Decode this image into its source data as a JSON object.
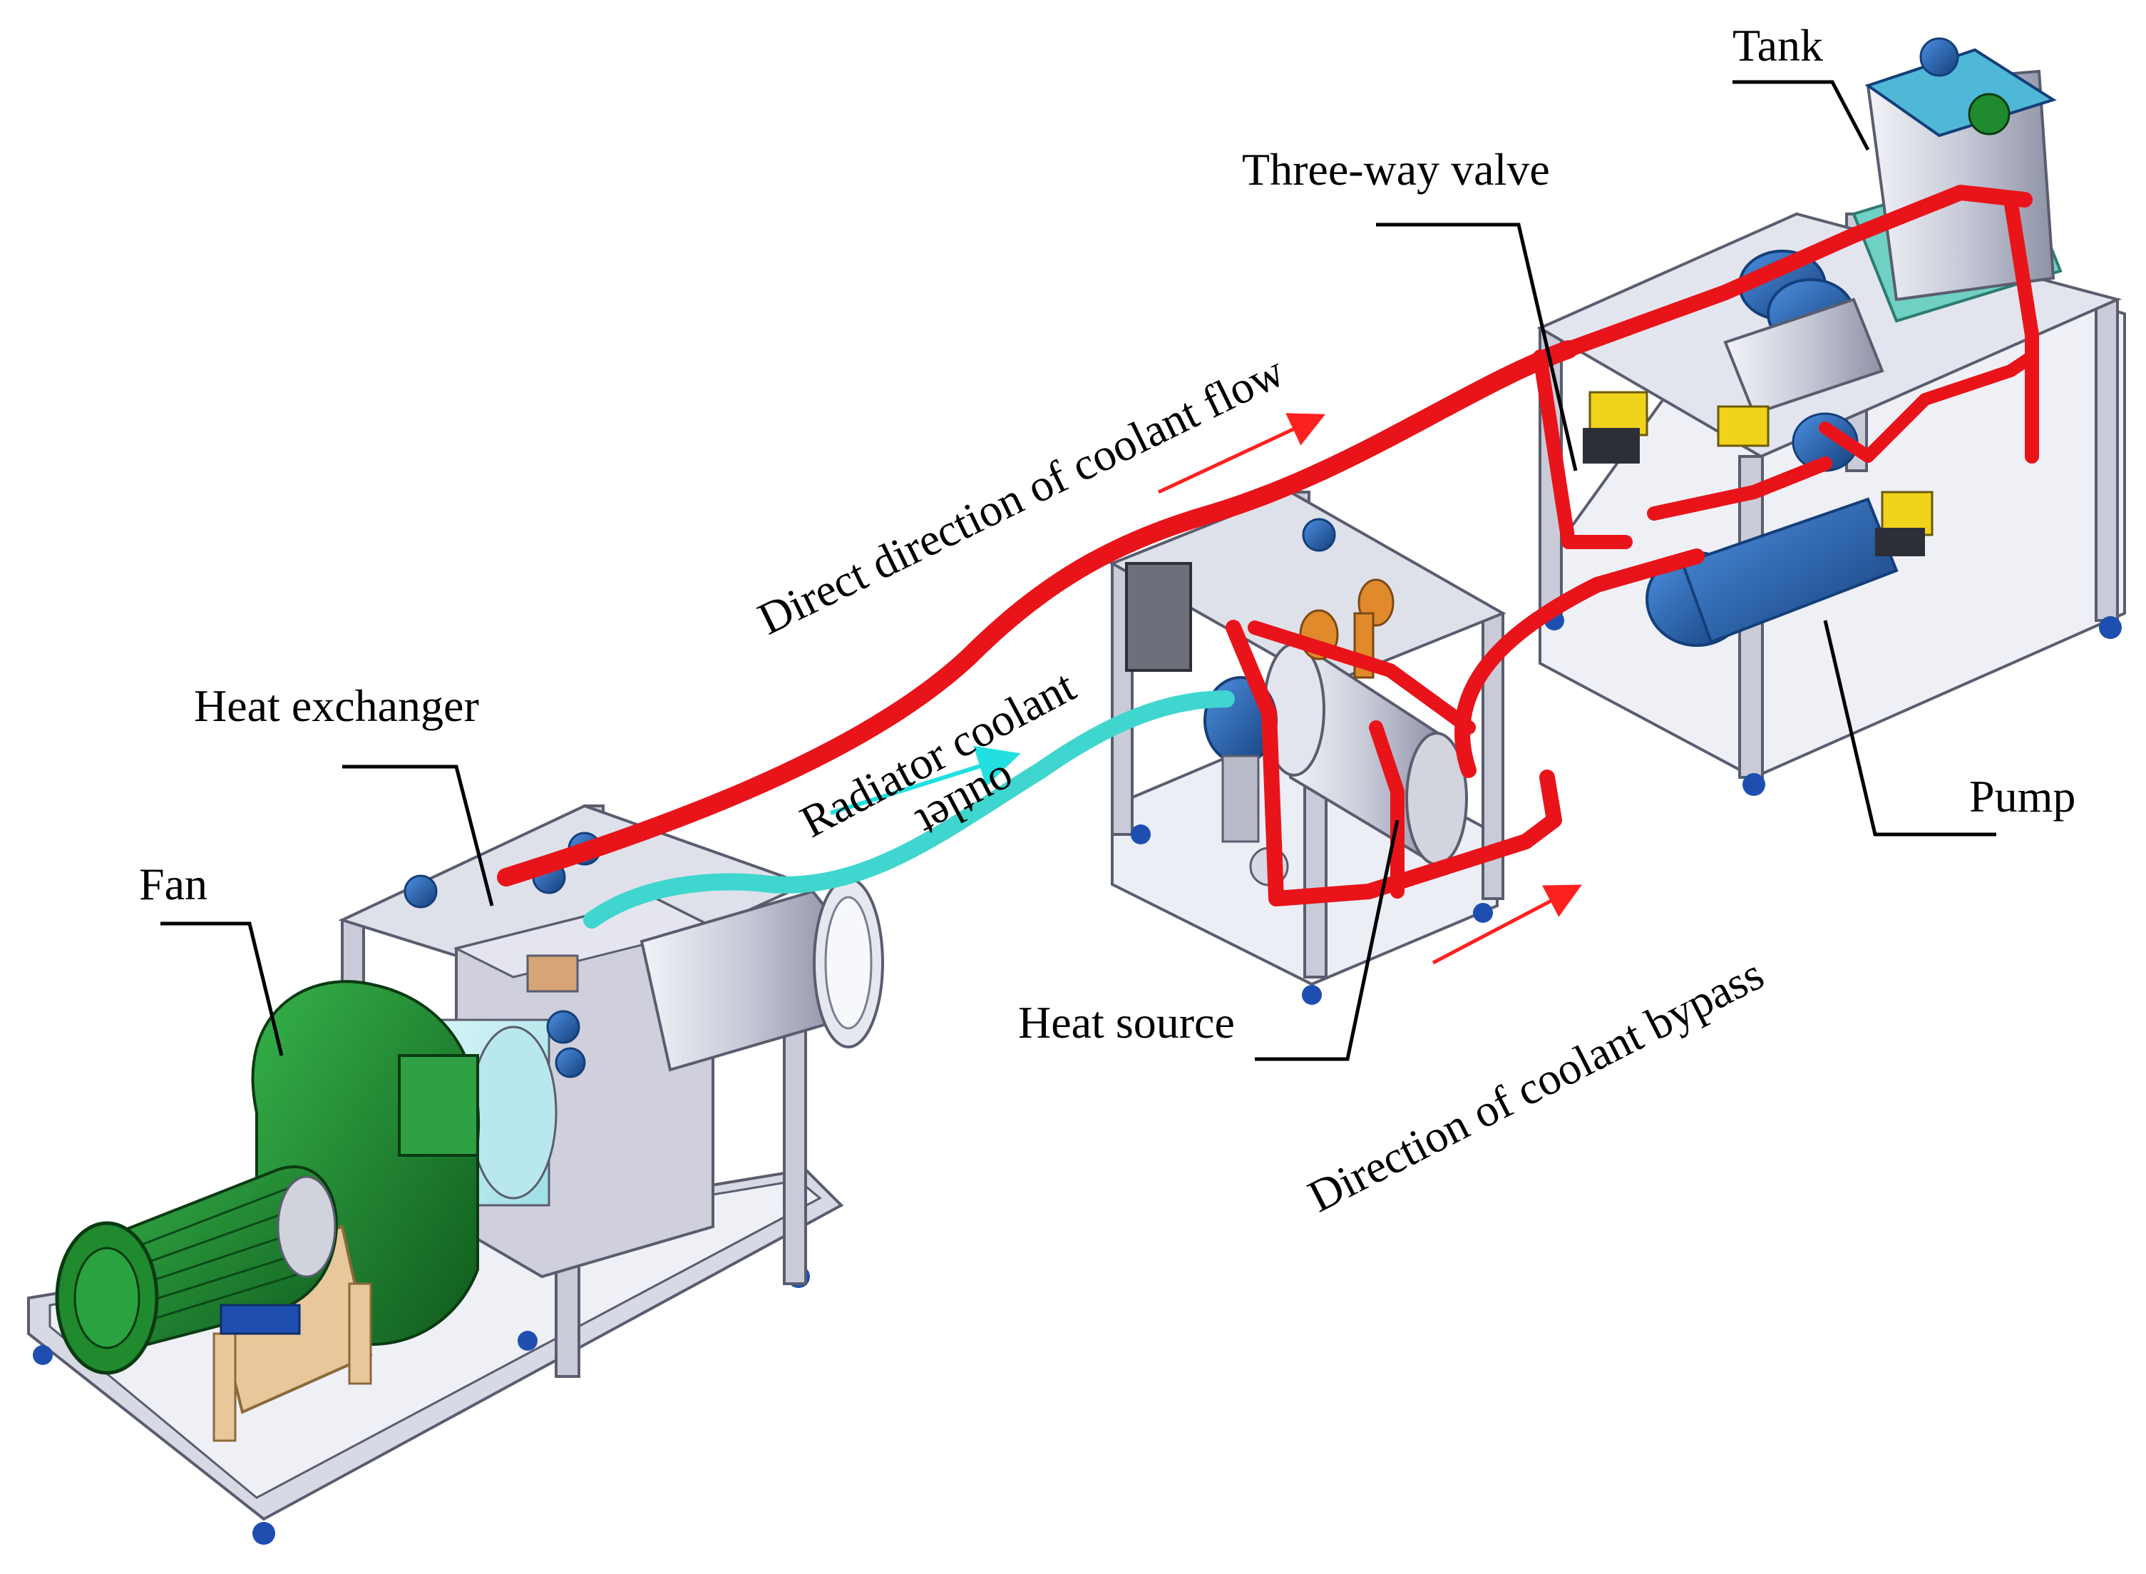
{
  "labels": {
    "tank": "Tank",
    "three_way_valve": "Three-way valve",
    "direct_flow": "Direct direction of coolant flow",
    "radiator_outlet_line1": "Radiator coolant",
    "radiator_outlet_line2": "outlet",
    "heat_exchanger": "Heat exchanger",
    "fan": "Fan",
    "heat_source": "Heat source",
    "pump": "Pump",
    "bypass": "Direction of coolant bypass"
  },
  "colors": {
    "pipe_hot": "#e8141a",
    "pipe_cold": "#3fd6cf",
    "frame": "#c9ccd8",
    "frame_edge": "#5a5d6e",
    "fan_green": "#1f8a2e",
    "pump_blue": "#1f5fae",
    "valve_yellow": "#f2d31b",
    "tank_body": "#d9dbe6",
    "tank_base": "#6fd0c4",
    "wood": "#e8c79a",
    "orange": "#e08a2c",
    "leader": "#000000",
    "arrow_red": "#ff2020",
    "arrow_cyan": "#22e0e0"
  }
}
